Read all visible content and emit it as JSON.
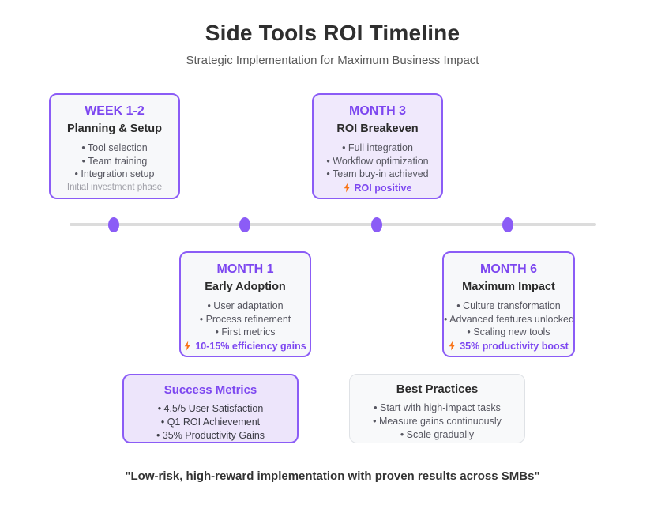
{
  "page": {
    "title": "Side Tools ROI Timeline",
    "subtitle": "Strategic Implementation for Maximum Business Impact",
    "quote": "\"Low-risk, high-reward implementation with proven results across SMBs\""
  },
  "colors": {
    "accent_purple_text": "#7d47f0",
    "border_purple": "#8b5cf6",
    "emphasized_card_bg": "#f0e9fc",
    "default_card_bg": "#f7f8fa",
    "summary_purple_bg": "#ede5fb",
    "summary_gray_bg": "#f8f9fa",
    "timeline_gray": "#dcdcdc",
    "bolt_orange": "#f97316"
  },
  "icons": {
    "lightning_bolt": "lightning-bolt-icon"
  },
  "milestones": [
    {
      "period": "WEEK 1-2",
      "title": "Planning & Setup",
      "bullets": [
        "• Tool selection",
        "• Team training",
        "• Integration setup"
      ],
      "note": "Initial investment phase"
    },
    {
      "period": "MONTH 1",
      "title": "Early Adoption",
      "bullets": [
        "• User adaptation",
        "• Process refinement",
        "• First metrics"
      ],
      "highlight": "10-15% efficiency gains"
    },
    {
      "period": "MONTH 3",
      "title": "ROI Breakeven",
      "bullets": [
        "• Full integration",
        "• Workflow optimization",
        "• Team buy-in achieved"
      ],
      "highlight": "ROI positive"
    },
    {
      "period": "MONTH 6",
      "title": "Maximum Impact",
      "bullets": [
        "• Culture transformation",
        "• Advanced features unlocked",
        "• Scaling new tools"
      ],
      "highlight": "35% productivity boost"
    }
  ],
  "summary_cards": [
    {
      "title": "Success Metrics",
      "bullets": [
        "• 4.5/5 User Satisfaction",
        "• Q1 ROI Achievement",
        "• 35% Productivity Gains"
      ]
    },
    {
      "title": "Best Practices",
      "bullets": [
        "• Start with high-impact tasks",
        "• Measure gains continuously",
        "• Scale gradually"
      ]
    }
  ]
}
